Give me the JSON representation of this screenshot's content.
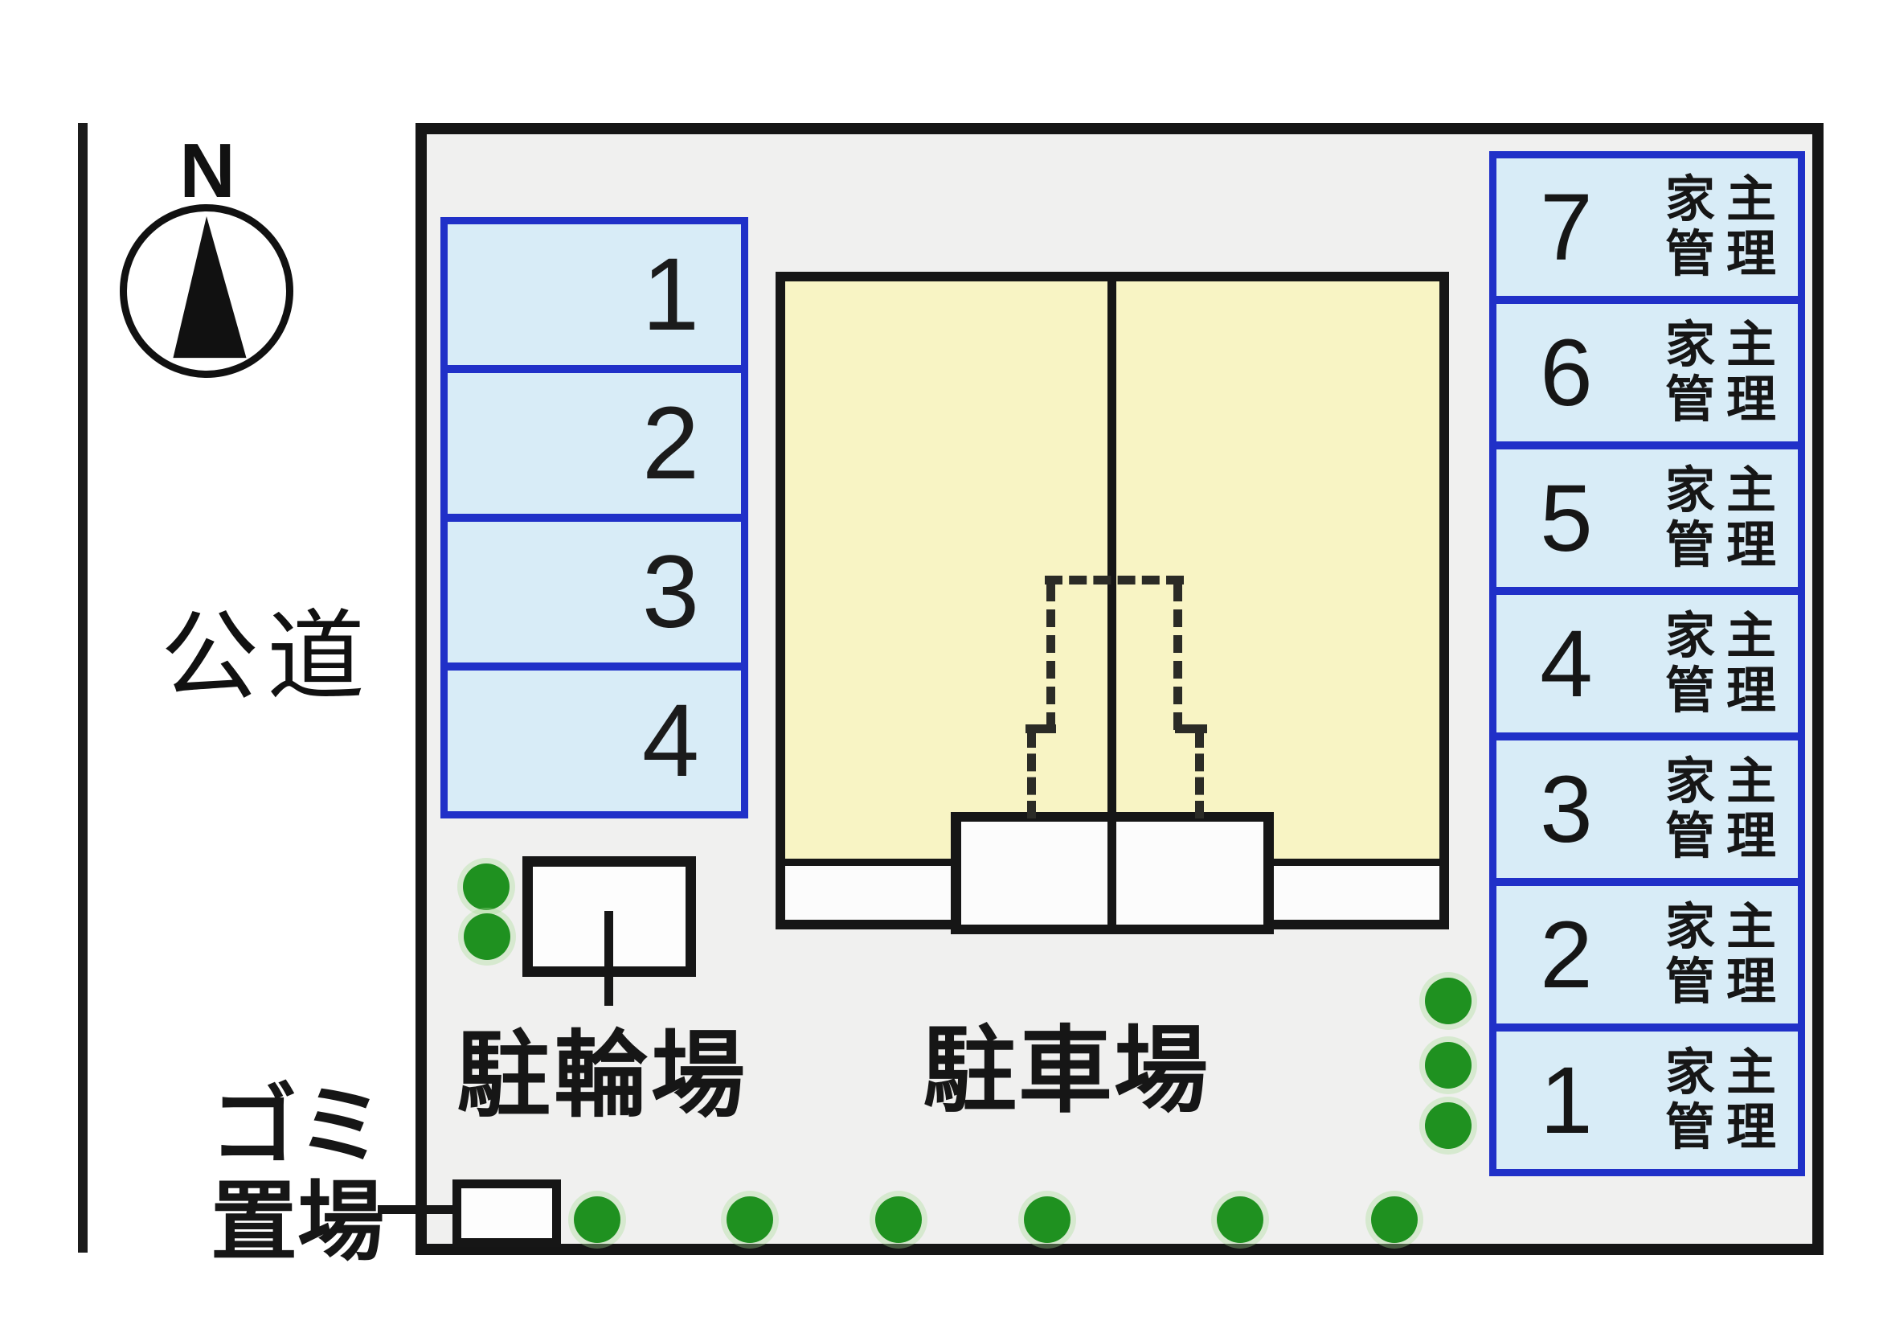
{
  "diagram": {
    "compass_label": "N",
    "road_label": "公道",
    "left_spaces": [
      {
        "number": "1"
      },
      {
        "number": "2"
      },
      {
        "number": "3"
      },
      {
        "number": "4"
      }
    ],
    "right_spaces": [
      {
        "number": "7",
        "owner_line1": "家主",
        "owner_line2": "管理"
      },
      {
        "number": "6",
        "owner_line1": "家主",
        "owner_line2": "管理"
      },
      {
        "number": "5",
        "owner_line1": "家主",
        "owner_line2": "管理"
      },
      {
        "number": "4",
        "owner_line1": "家主",
        "owner_line2": "管理"
      },
      {
        "number": "3",
        "owner_line1": "家主",
        "owner_line2": "管理"
      },
      {
        "number": "2",
        "owner_line1": "家主",
        "owner_line2": "管理"
      },
      {
        "number": "1",
        "owner_line1": "家主",
        "owner_line2": "管理"
      }
    ],
    "labels": {
      "bicycle_parking": "駐輪場",
      "car_parking": "駐車場",
      "garbage_line1": "ゴミ",
      "garbage_line2": "置場"
    },
    "colors": {
      "space_fill": "#d8ecf7",
      "space_border": "#2030c8",
      "building_fill": "#f8f4c4",
      "outline": "#161616",
      "shrub_green": "#1f9120",
      "ground": "#f0f0ef"
    }
  }
}
